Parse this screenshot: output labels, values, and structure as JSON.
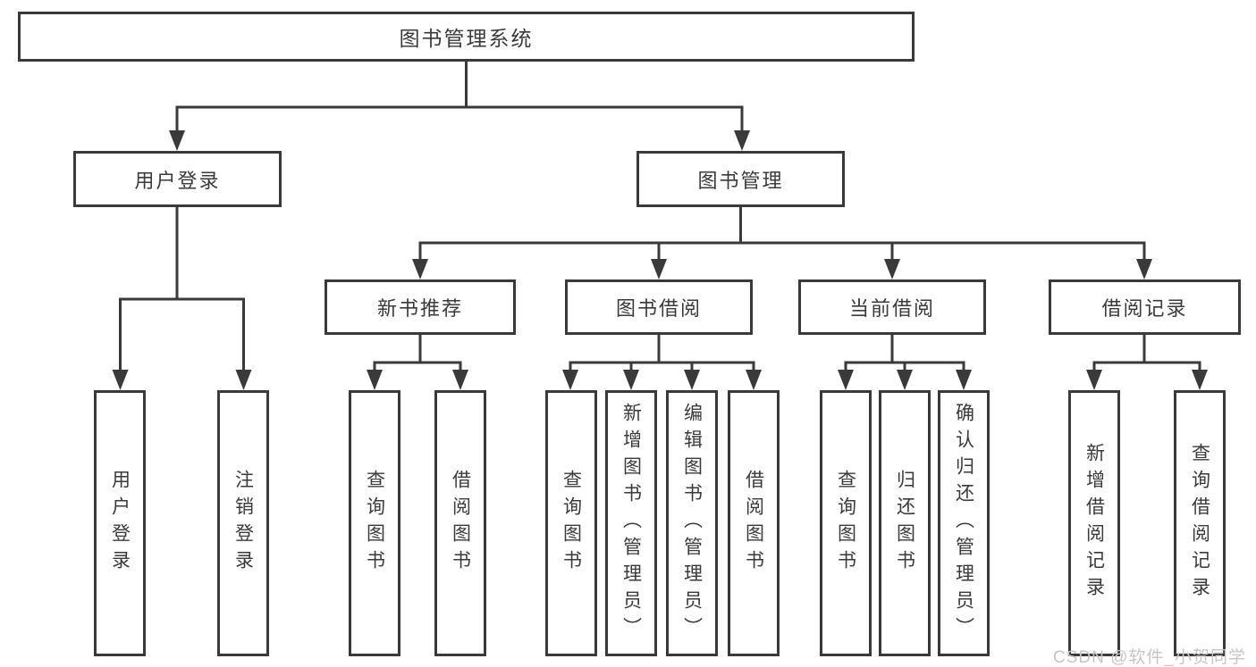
{
  "diagram": {
    "title": "图书管理系统",
    "level2": [
      "用户登录",
      "图书管理"
    ],
    "level3": [
      "新书推荐",
      "图书借阅",
      "当前借阅",
      "借阅记录"
    ],
    "leaves": [
      "用户登录",
      "注销登录",
      "查询图书",
      "借阅图书",
      "查询图书",
      "新增图书（管理员）",
      "编辑图书（管理员）",
      "借阅图书",
      "查询图书",
      "归还图书",
      "确认归还（管理员）",
      "新增借阅记录",
      "查询借阅记录"
    ]
  },
  "watermark": "CSDN @软件_小贺同学",
  "colors": {
    "line": "#3a3a3a",
    "text": "#3a3a3a",
    "watermark": "#c6c6c6",
    "background": "#ffffff"
  }
}
